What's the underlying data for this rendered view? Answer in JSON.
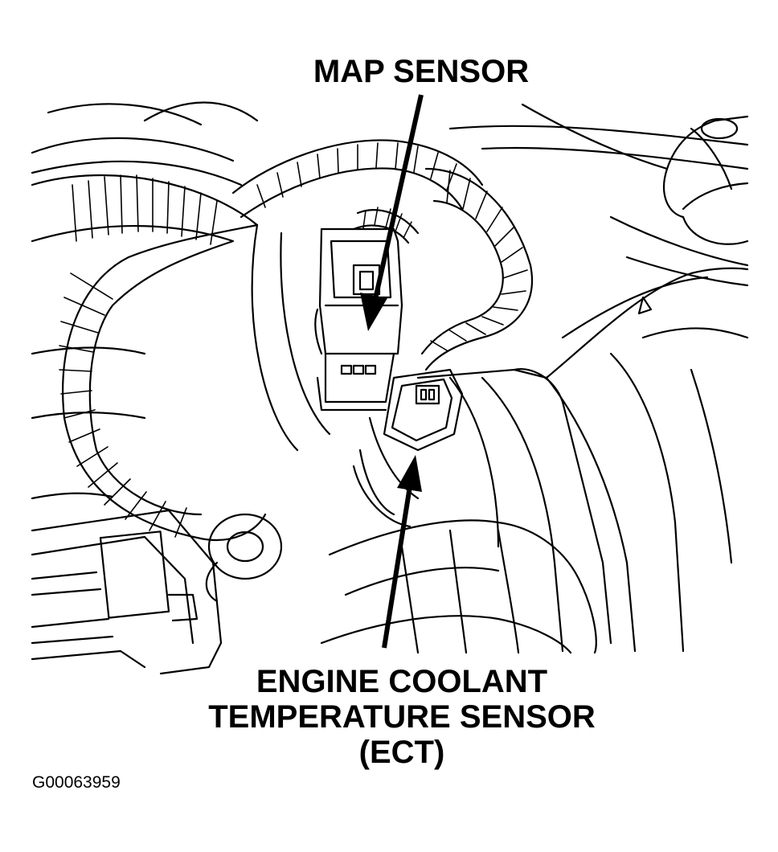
{
  "labels": {
    "map_sensor": "MAP SENSOR",
    "ect_line1": "ENGINE COOLANT",
    "ect_line2": "TEMPERATURE SENSOR",
    "ect_line3": "(ECT)"
  },
  "figure_id": "G00063959",
  "colors": {
    "ink": "#000000",
    "paper": "#ffffff"
  },
  "icons": {
    "map_arrow": "arrow-icon",
    "ect_arrow": "arrow-icon"
  }
}
